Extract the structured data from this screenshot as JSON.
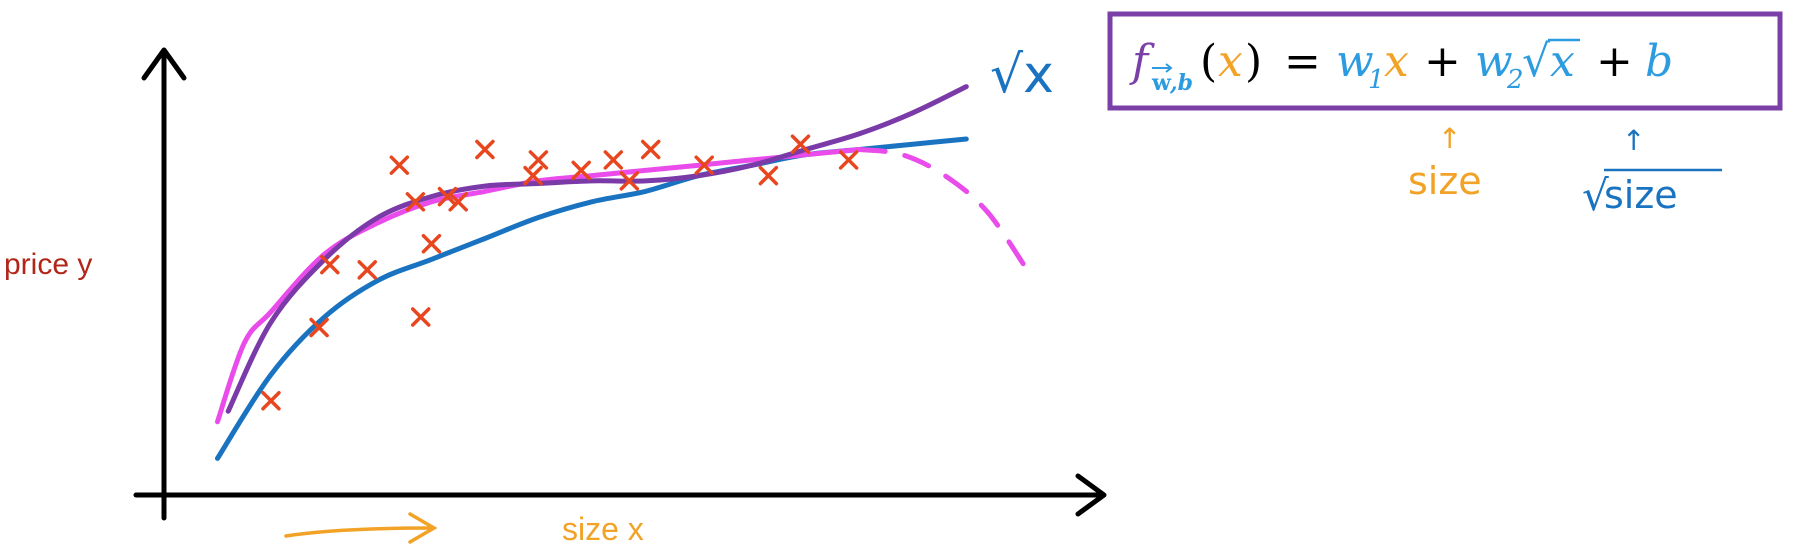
{
  "colors": {
    "axis": "#000000",
    "points": "#e8461f",
    "sqrt_curve": "#1a73c0",
    "pink_curve": "#ea4cec",
    "purple_curve": "#7a3aa8",
    "formula_box": "#7b3fa8",
    "orange": "#f2a226",
    "ylabel": "#b0271a",
    "blue_text": "#2d9be0"
  },
  "chart_data": {
    "type": "scatter",
    "xlabel": "size x",
    "ylabel": "price y",
    "series": [
      {
        "name": "",
        "points": [
          [
            2.0,
            1.8
          ],
          [
            2.9,
            3.2
          ],
          [
            3.1,
            4.4
          ],
          [
            3.8,
            4.3
          ],
          [
            4.8,
            3.4
          ],
          [
            5.0,
            4.8
          ],
          [
            4.7,
            5.6
          ],
          [
            5.5,
            5.6
          ],
          [
            4.4,
            6.3
          ],
          [
            5.3,
            5.7
          ],
          [
            6.0,
            6.6
          ],
          [
            6.9,
            6.1
          ],
          [
            7.0,
            6.4
          ],
          [
            7.8,
            6.2
          ],
          [
            8.4,
            6.4
          ],
          [
            8.7,
            6.0
          ],
          [
            9.1,
            6.6
          ],
          [
            10.1,
            6.3
          ],
          [
            11.3,
            6.1
          ],
          [
            11.9,
            6.7
          ],
          [
            12.8,
            6.4
          ]
        ]
      }
    ],
    "curves": [
      {
        "label": "√x",
        "x": [
          1.0,
          2.0,
          3.0,
          4.0,
          5.0,
          6.0,
          7.0,
          8.0,
          9.0,
          10.0,
          11.0,
          12.0,
          13.0,
          14.0,
          15.0
        ],
        "y": [
          0.7,
          2.3,
          3.4,
          4.1,
          4.5,
          4.9,
          5.3,
          5.6,
          5.8,
          6.1,
          6.3,
          6.5,
          6.6,
          6.7,
          6.8
        ]
      },
      {
        "x": [
          1.0,
          1.5,
          2.0,
          3.0,
          4.0,
          5.0,
          6.0,
          7.0,
          8.0,
          9.0,
          10.0,
          11.0,
          12.0,
          13.0
        ],
        "y": [
          1.4,
          2.9,
          3.5,
          4.6,
          5.2,
          5.6,
          5.8,
          6.0,
          6.1,
          6.2,
          6.3,
          6.4,
          6.5,
          6.6
        ]
      },
      {
        "x": [
          13.0,
          13.8,
          14.6,
          15.4,
          16.2
        ],
        "y": [
          6.6,
          6.5,
          6.1,
          5.4,
          4.2
        ],
        "dashed": true
      },
      {
        "x": [
          1.2,
          2.0,
          3.0,
          4.0,
          5.0,
          6.0,
          7.0,
          8.0,
          9.0,
          10.0,
          11.0,
          12.0,
          13.0,
          14.0,
          15.0
        ],
        "y": [
          1.6,
          3.3,
          4.5,
          5.3,
          5.7,
          5.9,
          5.95,
          6.0,
          6.0,
          6.1,
          6.3,
          6.6,
          6.9,
          7.3,
          7.8
        ]
      }
    ],
    "xlim": [
      0,
      17.5
    ],
    "ylim": [
      0,
      8.5
    ],
    "grid": false
  },
  "formula": {
    "f": "f",
    "sub_w": "w",
    "sub_b": ",b",
    "open": "(",
    "x1": "x",
    "close": ")",
    "eq": "=",
    "w1": "w",
    "w1_sub": "1",
    "x2": "x",
    "plus1": "+",
    "w2": "w",
    "w2_sub": "2",
    "sqrt_sign": "√",
    "x3": "x",
    "plus2": "+",
    "b": "b"
  },
  "annotations": {
    "sqrt_label": "√x",
    "size_label": "size",
    "sqrt_size_label": "size",
    "sqrt_size_sign": "√",
    "arrow_up": "↑"
  }
}
